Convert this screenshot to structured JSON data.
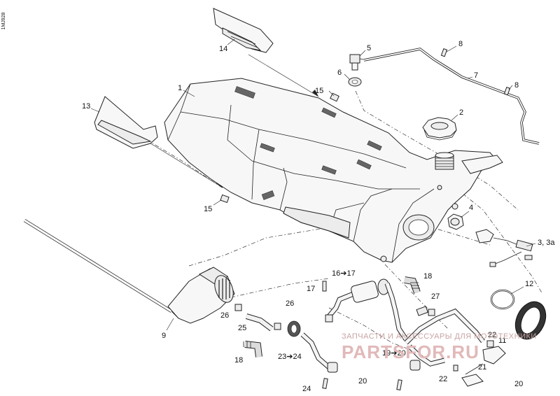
{
  "diagram": {
    "code": "1MJ928",
    "callouts": [
      {
        "id": "c1",
        "text": "1"
      },
      {
        "id": "c2",
        "text": "2"
      },
      {
        "id": "c3",
        "text": "3, 3a"
      },
      {
        "id": "c4",
        "text": "4"
      },
      {
        "id": "c5",
        "text": "5"
      },
      {
        "id": "c6",
        "text": "6"
      },
      {
        "id": "c7",
        "text": "7"
      },
      {
        "id": "c8a",
        "text": "8"
      },
      {
        "id": "c8b",
        "text": "8"
      },
      {
        "id": "c9",
        "text": "9"
      },
      {
        "id": "c11",
        "text": "11"
      },
      {
        "id": "c12",
        "text": "12"
      },
      {
        "id": "c13",
        "text": "13"
      },
      {
        "id": "c14",
        "text": "14"
      },
      {
        "id": "c15a",
        "text": "15"
      },
      {
        "id": "c15b",
        "text": "15"
      },
      {
        "id": "c16",
        "text": "16➔17"
      },
      {
        "id": "c17",
        "text": "17"
      },
      {
        "id": "c18a",
        "text": "18"
      },
      {
        "id": "c18b",
        "text": "18"
      },
      {
        "id": "c19",
        "text": "19➔20"
      },
      {
        "id": "c20a",
        "text": "20"
      },
      {
        "id": "c20b",
        "text": "20"
      },
      {
        "id": "c21",
        "text": "21"
      },
      {
        "id": "c22a",
        "text": "22"
      },
      {
        "id": "c22b",
        "text": "22"
      },
      {
        "id": "c23",
        "text": "23➔24"
      },
      {
        "id": "c24",
        "text": "24"
      },
      {
        "id": "c25",
        "text": "25"
      },
      {
        "id": "c26a",
        "text": "26"
      },
      {
        "id": "c26b",
        "text": "26"
      },
      {
        "id": "c27",
        "text": "27"
      }
    ]
  },
  "watermark": {
    "line1": "ЗАПЧАСТИ И АКСЕССУАРЫ ДЛЯ МОТОТЕХНИКИ",
    "line2": "PARTSFOR.RU"
  },
  "colors": {
    "ink": "#111111",
    "watermark": "#c9a3a3"
  }
}
